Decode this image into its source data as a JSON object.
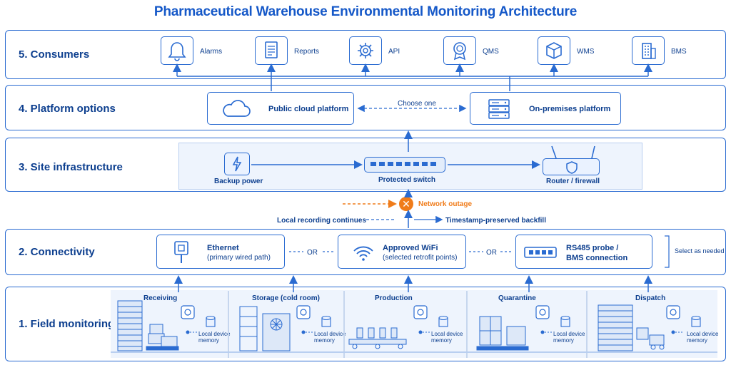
{
  "title": "Pharmaceutical Warehouse Environmental Monitoring Architecture",
  "layers": {
    "consumers": {
      "label": "5.  Consumers",
      "items": [
        "Alarms",
        "Reports",
        "API",
        "QMS",
        "WMS",
        "BMS"
      ]
    },
    "platform": {
      "label": "4.  Platform options",
      "cloud": "Public cloud platform",
      "choose": "Choose one",
      "onprem": "On-premises platform"
    },
    "site": {
      "label": "3.  Site infrastructure",
      "backup": "Backup power",
      "switch": "Protected switch",
      "router": "Router / firewall"
    },
    "outage": {
      "network": "Network outage",
      "local": "Local recording continues",
      "backfill": "Timestamp-preserved backfill"
    },
    "connectivity": {
      "label": "2.  Connectivity",
      "ethernet_title": "Ethernet",
      "ethernet_sub": "(primary wired path)",
      "or1": "OR",
      "wifi_title": "Approved WiFi",
      "wifi_sub": "(selected retrofit points)",
      "or2": "OR",
      "rs485_line1": "RS485 probe /",
      "rs485_line2": "BMS connection",
      "select": "Select as needed"
    },
    "field": {
      "label": "1.  Field monitoring",
      "zones": [
        "Receiving",
        "Storage (cold room)",
        "Production",
        "Quarantine",
        "Dispatch"
      ],
      "memory_line1": "Local device",
      "memory_line2": "memory"
    }
  },
  "colors": {
    "primary": "#2a6bd1",
    "text": "#0d3f8f",
    "outage": "#f07c1a"
  }
}
